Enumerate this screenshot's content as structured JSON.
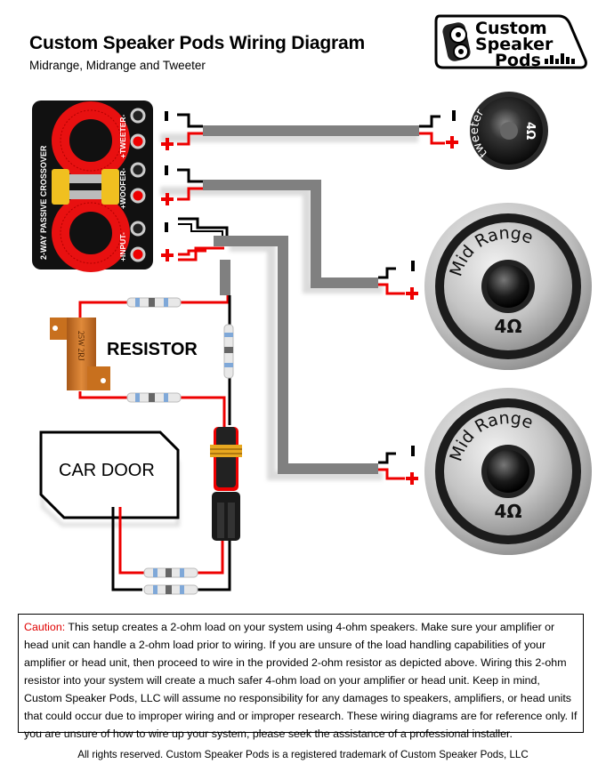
{
  "header": {
    "title": "Custom Speaker Pods Wiring Diagram",
    "subtitle": "Midrange, Midrange and Tweeter"
  },
  "logo": {
    "line1": "Custom",
    "line2": "Speaker",
    "line3": "Pods"
  },
  "crossover": {
    "label": "2-WAY PASSIVE CROSSOVER",
    "terminals": [
      "+TWEETER-",
      "+WOOFER-",
      "+INPUT-"
    ]
  },
  "polarity": {
    "positive": "+",
    "negative": "-"
  },
  "tweeter": {
    "label": "tweeter",
    "impedance": "4Ω"
  },
  "midranges": [
    {
      "label": "Mid Range",
      "impedance": "4Ω"
    },
    {
      "label": "Mid Range",
      "impedance": "4Ω"
    }
  ],
  "resistor": {
    "label": "RESISTOR",
    "rating": "25W 2RJ"
  },
  "car_door": {
    "label": "CAR DOOR"
  },
  "caution": {
    "label": "Caution:",
    "text": " This setup creates a 2-ohm load on your system using 4-ohm speakers.  Make sure your amplifier or head unit can handle a 2-ohm load prior to wiring.  If you are unsure of the load handling capabilities of your amplifier or head unit, then proceed to wire in the provided 2-ohm resistor as depicted above.  Wiring this 2-ohm resistor into your system will create a much safer 4-ohm load on your amplifier or head unit.  Keep in mind, Custom Speaker Pods, LLC will assume no responsibility for any damages to speakers, amplifiers, or head units that could occur due to improper wiring and or improper research.  These wiring diagrams are for reference only.  If you are unsure of how to wire up your system, please seek the assistance of a professional installer."
  },
  "footer": {
    "text": "All rights reserved. Custom Speaker Pods is a registered trademark of Custom Speaker Pods, LLC"
  },
  "colors": {
    "positive_wire": "#ee0000",
    "negative_wire": "#000000",
    "cable": "#808080",
    "coil": "#e81010",
    "capacitor": "#f0c020",
    "resistor_body": "#c8701e"
  }
}
